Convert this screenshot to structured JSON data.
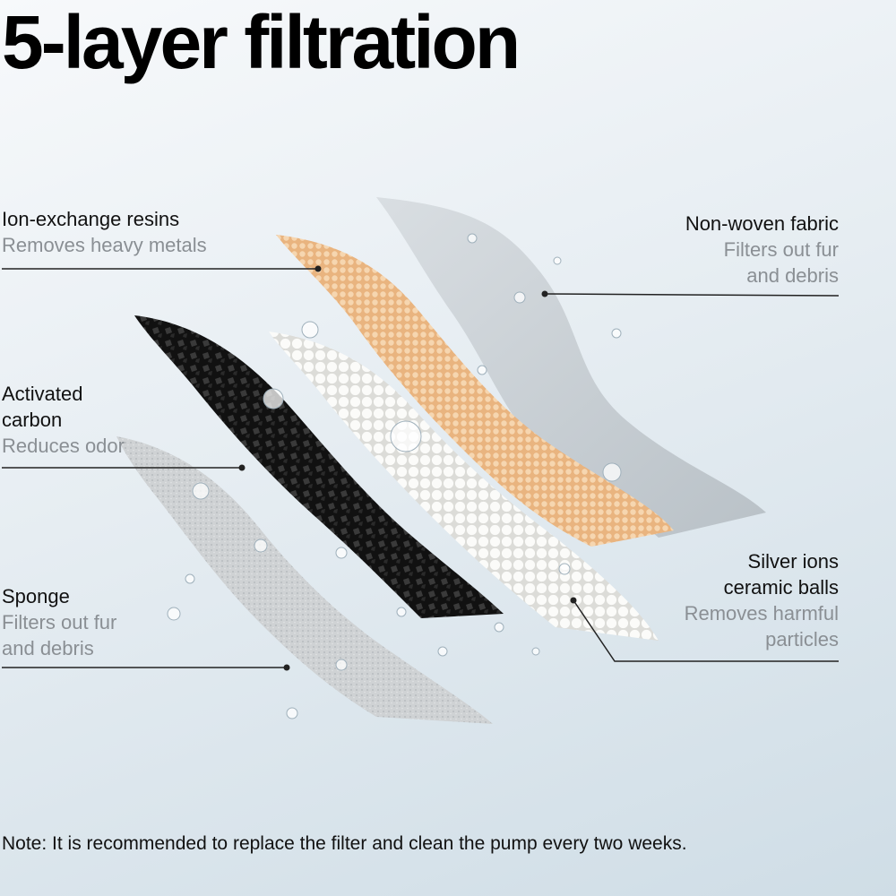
{
  "title": "5-layer filtration",
  "layers": [
    {
      "name": "Ion-exchange resins",
      "description": "Removes heavy metals"
    },
    {
      "name": "Non-woven fabric",
      "description": "Filters out fur and debris"
    },
    {
      "name": "Activated carbon",
      "description": "Reduces odor"
    },
    {
      "name": "Silver ions ceramic balls",
      "description": "Removes harmful particles"
    },
    {
      "name": "Sponge",
      "description": "Filters out fur and debris"
    }
  ],
  "note": "Note: It is recommended to replace the filter and clean the pump every two weeks.",
  "colors": {
    "resin": "#f0c79a",
    "fabric": "#c7ced3",
    "carbon": "#1b1b1b",
    "ceramic": "#f2f2f0",
    "sponge": "#cfd2d4",
    "leader": "#222222"
  }
}
